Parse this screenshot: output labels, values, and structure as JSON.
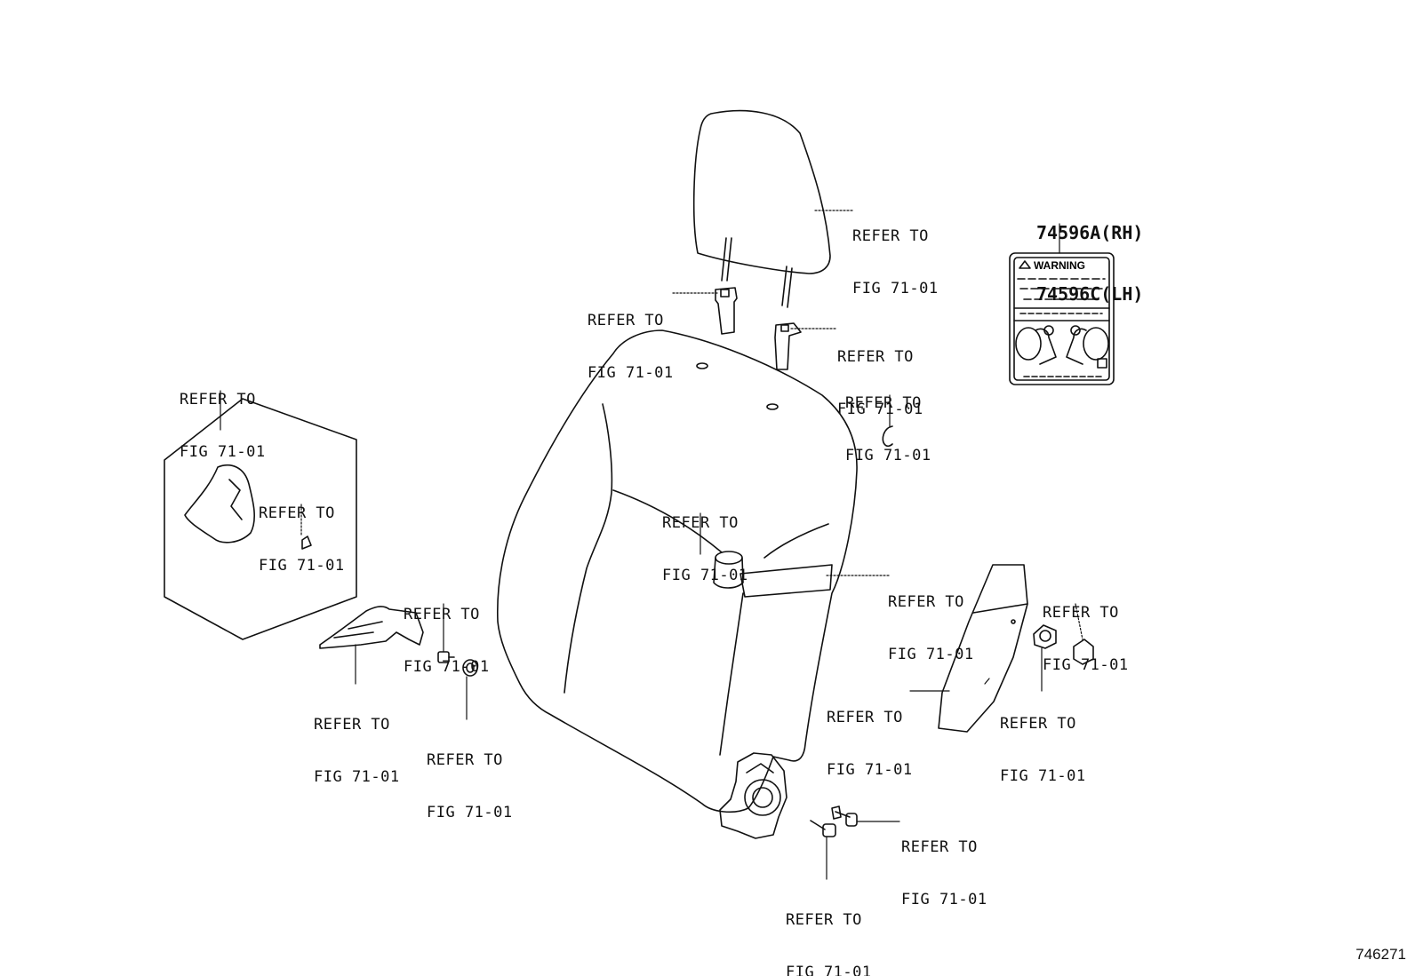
{
  "diagram": {
    "figure_id": "746271",
    "part_number": {
      "rh": "74596A(RH)",
      "lh": "74596C(LH)"
    },
    "warning_label": {
      "title": "WARNING"
    },
    "callouts": [
      {
        "id": "headrest",
        "line1": "REFER TO",
        "line2": "FIG 71-01"
      },
      {
        "id": "support-left",
        "line1": "REFER TO",
        "line2": "FIG 71-01"
      },
      {
        "id": "support-right",
        "line1": "REFER TO",
        "line2": "FIG 71-01"
      },
      {
        "id": "clip",
        "line1": "REFER TO",
        "line2": "FIG 71-01"
      },
      {
        "id": "hex-detail",
        "line1": "REFER TO",
        "line2": "FIG 71-01"
      },
      {
        "id": "hex-clip",
        "line1": "REFER TO",
        "line2": "FIG 71-01"
      },
      {
        "id": "sleeve",
        "line1": "REFER TO",
        "line2": "FIG 71-01"
      },
      {
        "id": "band",
        "line1": "REFER TO",
        "line2": "FIG 71-01"
      },
      {
        "id": "nut-upper",
        "line1": "REFER TO",
        "line2": "FIG 71-01"
      },
      {
        "id": "nut-lower",
        "line1": "REFER TO",
        "line2": "FIG 71-01"
      },
      {
        "id": "bracket",
        "line1": "REFER TO",
        "line2": "FIG 71-01"
      },
      {
        "id": "washer",
        "line1": "REFER TO",
        "line2": "FIG 71-01"
      },
      {
        "id": "side-cover",
        "line1": "REFER TO",
        "line2": "FIG 71-01"
      },
      {
        "id": "cap",
        "line1": "REFER TO",
        "line2": "FIG 71-01"
      },
      {
        "id": "bolt-upper",
        "line1": "REFER TO",
        "line2": "FIG 71-01"
      },
      {
        "id": "bolt-lower",
        "line1": "REFER TO",
        "line2": "FIG 71-01"
      }
    ]
  }
}
